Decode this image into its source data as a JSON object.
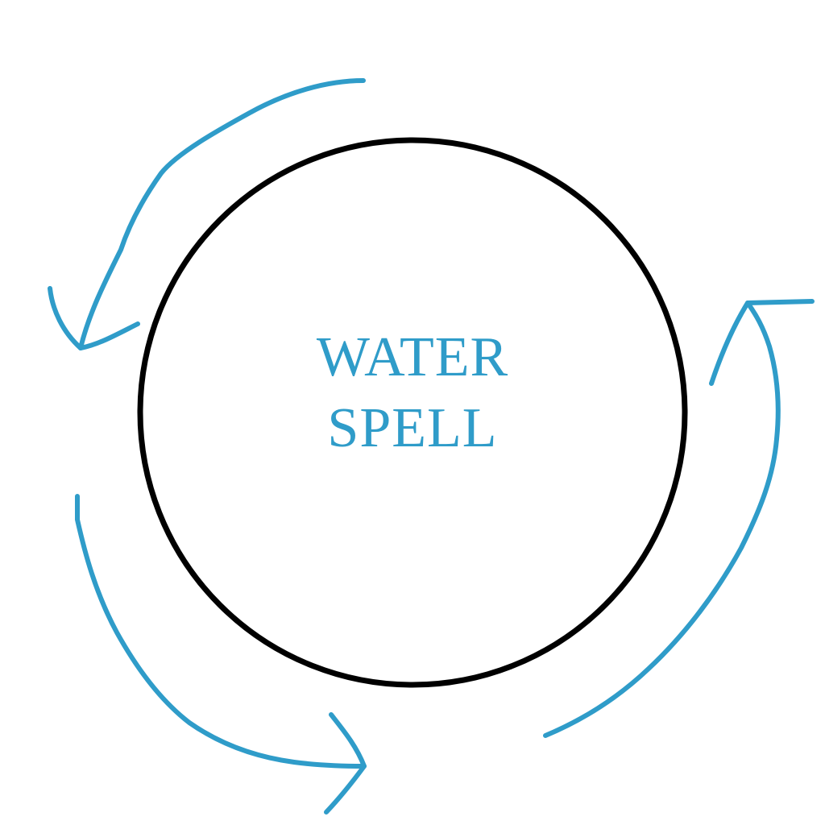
{
  "diagram": {
    "label_line_1": "WATER",
    "label_line_2": "SPELL",
    "colors": {
      "text": "#2f9cc9",
      "arrows": "#2f9cc9",
      "circle": "#000000",
      "background": "#ffffff"
    },
    "arrows": [
      {
        "name": "top-left-arrow",
        "direction": "counterclockwise",
        "icon": "curved-arrow-down-left"
      },
      {
        "name": "bottom-left-arrow",
        "direction": "counterclockwise",
        "icon": "curved-arrow-right"
      },
      {
        "name": "right-arrow",
        "direction": "counterclockwise",
        "icon": "curved-arrow-up"
      }
    ]
  }
}
